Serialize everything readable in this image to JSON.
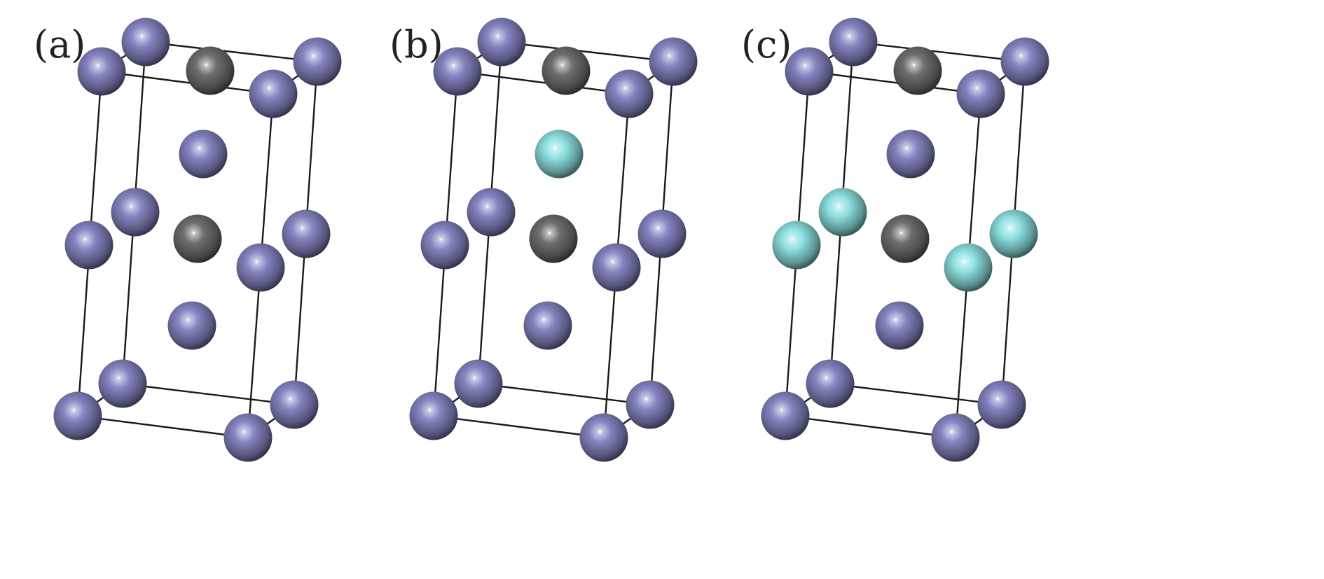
{
  "panels": [
    {
      "label": "(a)",
      "atoms": {
        "top_back_left": "host",
        "top_back_right": "host",
        "top_front_left": "host",
        "top_front_right": "host",
        "top_center": "carbon",
        "upper_interior": "host",
        "mid_back_left": "host",
        "mid_back_right": "host",
        "mid_front_left": "host",
        "mid_front_right": "host",
        "mid_center": "carbon",
        "lower_interior": "host",
        "bottom_back_left": "host",
        "bottom_back_right": "host",
        "bottom_front_left": "host",
        "bottom_front_right": "host"
      }
    },
    {
      "label": "(b)",
      "atoms": {
        "top_back_left": "host",
        "top_back_right": "host",
        "top_front_left": "host",
        "top_front_right": "host",
        "top_center": "carbon",
        "upper_interior": "dopant",
        "mid_back_left": "host",
        "mid_back_right": "host",
        "mid_front_left": "host",
        "mid_front_right": "host",
        "mid_center": "carbon",
        "lower_interior": "host",
        "bottom_back_left": "host",
        "bottom_back_right": "host",
        "bottom_front_left": "host",
        "bottom_front_right": "host"
      }
    },
    {
      "label": "(c)",
      "atoms": {
        "top_back_left": "host",
        "top_back_right": "host",
        "top_front_left": "host",
        "top_front_right": "host",
        "top_center": "carbon",
        "upper_interior": "host",
        "mid_back_left": "dopant",
        "mid_back_right": "dopant",
        "mid_front_left": "dopant",
        "mid_front_right": "dopant",
        "mid_center": "carbon",
        "lower_interior": "host",
        "bottom_back_left": "host",
        "bottom_back_right": "host",
        "bottom_front_left": "host",
        "bottom_front_right": "host"
      }
    }
  ],
  "colors": {
    "host": "#8585c2",
    "carbon": "#6e6e6e",
    "dopant": "#8ee0e0",
    "cell_edge": "#1a1a1a",
    "background": "#ffffff"
  }
}
